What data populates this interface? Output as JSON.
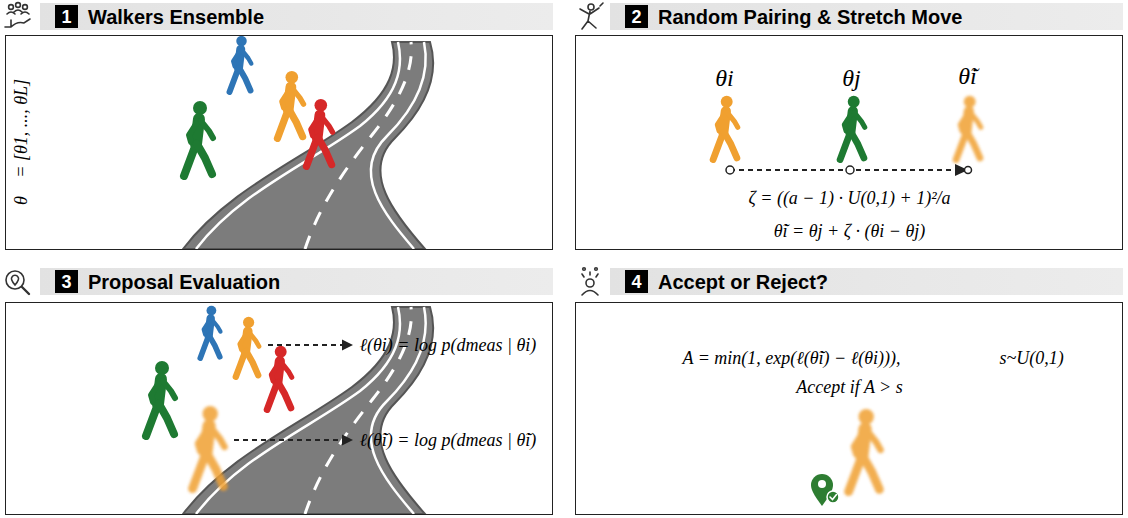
{
  "diagram": {
    "nodes": [
      {
        "text": [
          "Walkers Ensemble"
        ]
      },
      {
        "text": [
          "1"
        ],
        "in": 0
      },
      {
        "text": [
          "θ⃗ = [θ1, ..., θL]"
        ]
      },
      {
        "text": [
          "Random Pairing & Stretch Move"
        ]
      },
      {
        "text": [
          "2"
        ],
        "in": 3
      },
      {
        "text": [
          "θi",
          "θj",
          "θ̃i",
          "ζ = ((a − 1) · U(0,1) + 1)²/a",
          "θ̃i = θj + ζ · (θi − θj)"
        ]
      },
      {
        "text": [
          "Proposal Evaluation"
        ]
      },
      {
        "text": [
          "3"
        ],
        "in": 6
      },
      {
        "text": [
          "ℓ(θi) = log p(dmeas | θi)",
          "ℓ(θ̃i) = log p(dmeas | θ̃i)"
        ]
      },
      {
        "text": [
          "Accept or Reject?"
        ]
      },
      {
        "text": [
          "4"
        ],
        "in": 9
      },
      {
        "text": [
          "A = min(1, exp(ℓ(θ̃i) − ℓ(θi))),",
          "s~U(0,1)",
          "Accept if A > s"
        ]
      }
    ]
  }
}
